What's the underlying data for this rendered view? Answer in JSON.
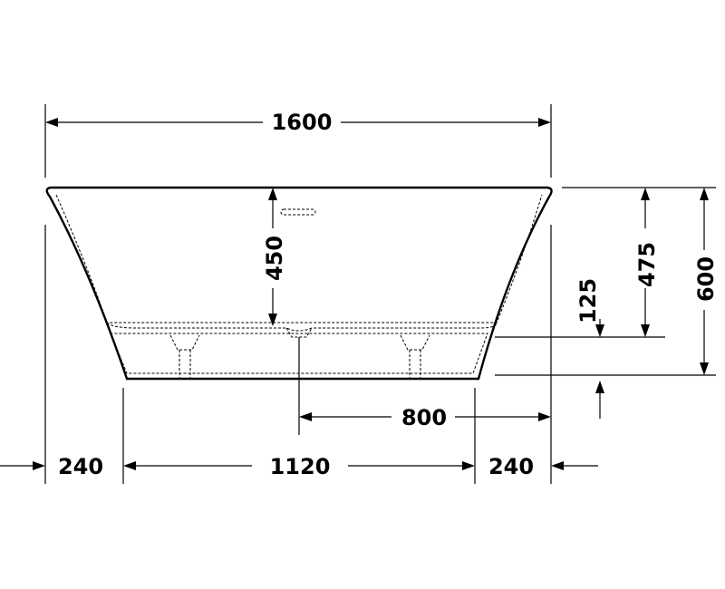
{
  "colors": {
    "line": "#000000",
    "background": "#ffffff"
  },
  "dimensions": {
    "overall_length": "1600",
    "inner_depth": "450",
    "overflow_height": "475",
    "overall_height": "600",
    "foot_height": "125",
    "drain_offset": "800",
    "left_overhang": "240",
    "base_length": "1120",
    "right_overhang": "240"
  }
}
